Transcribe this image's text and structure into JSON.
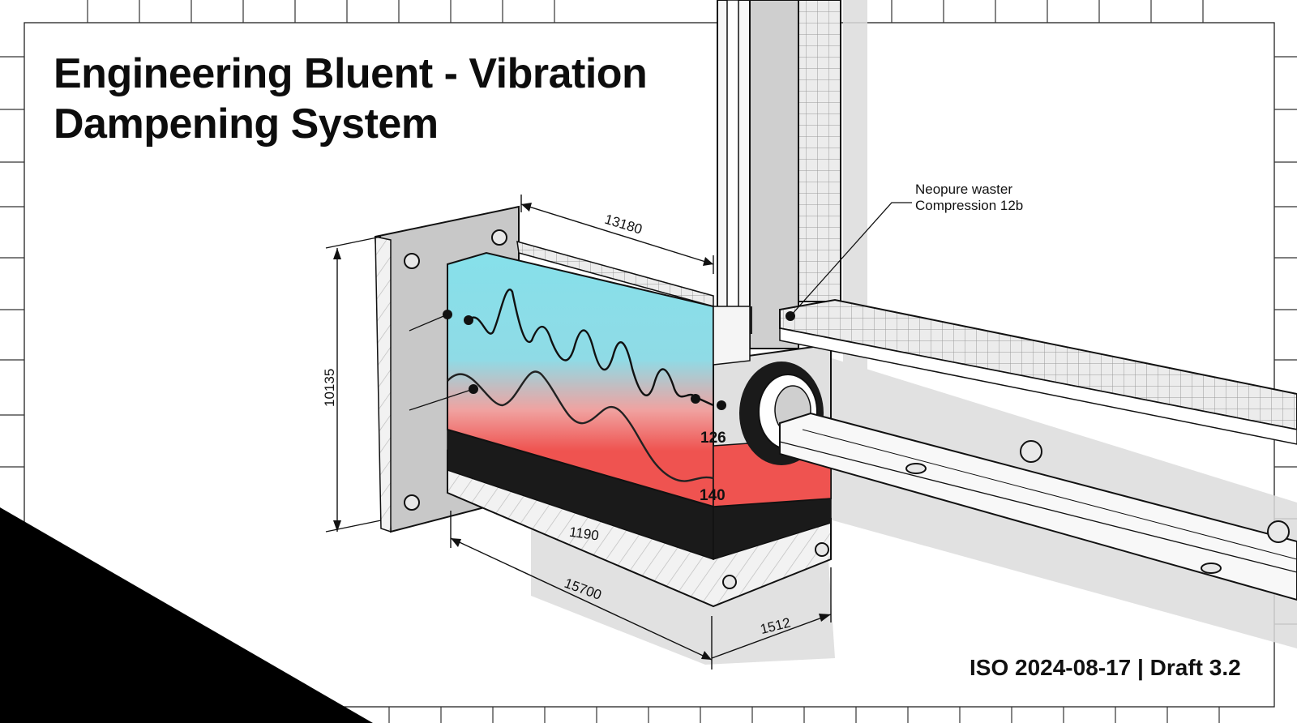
{
  "title": {
    "line1": "Engineering Bluent - Vibration",
    "line2": "Dampening System"
  },
  "callout": {
    "line1": "Neopure waster",
    "line2": "Compression 12b"
  },
  "dimensions": {
    "top_length": "13180",
    "height": "10135",
    "base_length": "15700",
    "base_depth": "1512",
    "inner_depth": "1190"
  },
  "labels": {
    "upper_value": "126",
    "lower_value": "140"
  },
  "footer": "ISO 2024-08-17 | Draft 3.2",
  "colors": {
    "damper_top": "#86e0ea",
    "damper_bottom": "#ef5350",
    "base_layer": "#1a1a1a",
    "frame": "#d3d3d3",
    "ink": "#111111"
  }
}
